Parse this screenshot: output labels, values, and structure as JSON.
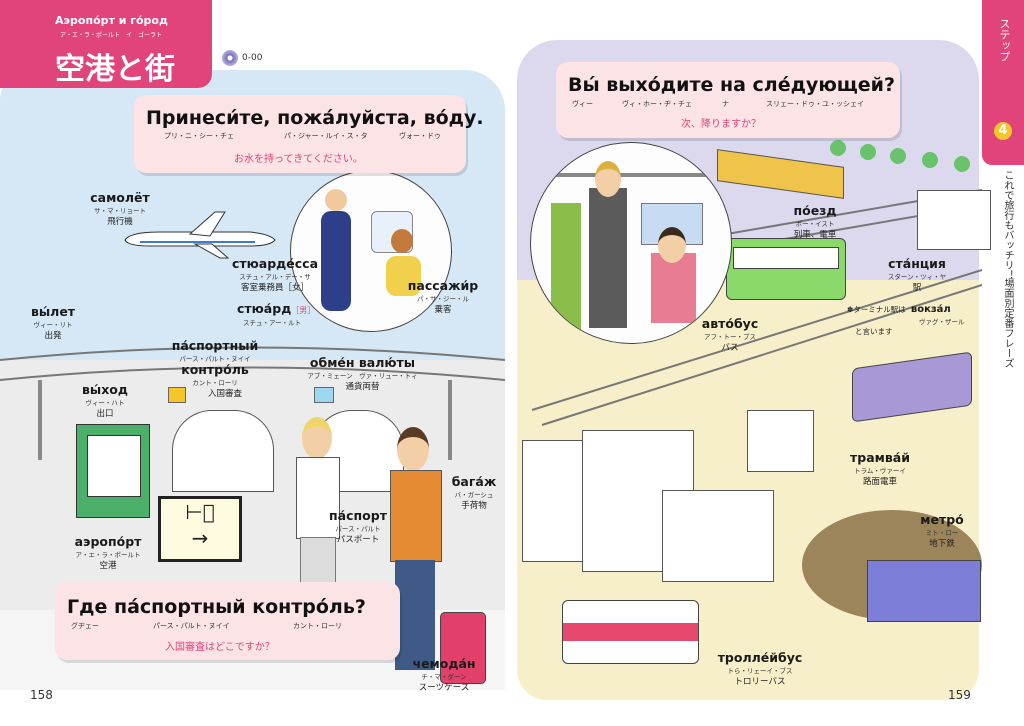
{
  "left_page": {
    "section_title_ru": "Аэропо́рт и го́род",
    "section_title_kana": "ア・エ・ラ・ポールト　イ　ゴーラト",
    "section_title_ja": "空港と街",
    "audio_track": "0-00",
    "page_number": "158",
    "bubble_top": {
      "ru": "Принеси́те, пожа́луйста, во́ду.",
      "kana": [
        "プリ・ニ・シー・チェ",
        "パ・ジャー・ルイ・ス・タ",
        "ヴォー・ドゥ"
      ],
      "ja": "お水を持ってきてください。"
    },
    "bubble_bottom": {
      "ru": "Где па́спортный контро́ль?",
      "kana": [
        "グヂェー",
        "パース・パルト・ヌイイ",
        "カント・ローリ"
      ],
      "ja": "入国審査はどこですか？"
    },
    "labels": [
      {
        "ru": "самолёт",
        "kana": "サ・マ・リョート",
        "ja": "飛行機"
      },
      {
        "ru": "стюарде́сса",
        "kana": "スチュ・アル・デー・サ",
        "ja": "客室乗務員［女］"
      },
      {
        "ru": "стюа́рд",
        "tag": "［男］",
        "kana": "スチュ・アー・ルト"
      },
      {
        "ru": "пассажи́р",
        "kana": "パ・サ・ジー・ル",
        "ja": "乗客"
      },
      {
        "ru": "вы́лет",
        "kana": "ヴィー・リト",
        "ja": "出発"
      },
      {
        "ru": "па́спортный",
        "kana": "パース・パルト・ヌイイ"
      },
      {
        "ru": "контро́ль",
        "kana": "カント・ローリ",
        "ja": "入国審査"
      },
      {
        "ru": "обме́н валю́ты",
        "kana": "アブ・ミェーン　ヴァ・リュー・トィ",
        "ja": "通貨両替"
      },
      {
        "ru": "вы́ход",
        "kana": "ヴィー・ハト",
        "ja": "出口"
      },
      {
        "ru": "бага́ж",
        "kana": "バ・ガーシュ",
        "ja": "手荷物"
      },
      {
        "ru": "па́спорт",
        "kana": "パース・パルト",
        "ja": "パスポート"
      },
      {
        "ru": "аэропо́рт",
        "kana": "ア・エ・ラ・ポールト",
        "ja": "空港"
      },
      {
        "ru": "чемода́н",
        "kana": "チ・マ・ダーン",
        "ja": "スーツケース"
      }
    ]
  },
  "right_page": {
    "step_label": "ステップ",
    "step_number": "4",
    "side_slogan": "これで旅行もバッチリ！",
    "side_subtitle": "場面別定番フレーズ",
    "page_number": "159",
    "bubble_top": {
      "ru": "Вы́ выхо́дите на сле́дующей?",
      "kana": [
        "ヴィー",
        "ヴィ・ホー・ヂ・チェ",
        "ナ",
        "スリェー・ドゥ・ユ・ッシェイ"
      ],
      "ja": "次、降りますか？"
    },
    "labels": [
      {
        "ru": "по́езд",
        "kana": "ポー・イスト",
        "ja": "列車、電車"
      },
      {
        "ru": "ста́нция",
        "kana": "スターン・ツィ・ヤ",
        "ja": "駅"
      },
      {
        "ru": "авто́бус",
        "kana": "アフ・トー・ブス",
        "ja": "バス"
      },
      {
        "ru": "трамва́й",
        "kana": "トラム・ヴァーイ",
        "ja": "路面電車"
      },
      {
        "ru": "метро́",
        "kana": "ミト・ロー",
        "ja": "地下鉄"
      },
      {
        "ru": "тролле́йбус",
        "kana": "トら・リェーイ・ブス",
        "ja": "トロリーバス"
      }
    ],
    "note_before": "✽ターミナル駅は",
    "note_ru": "вокза́л",
    "note_kana": "ヴァグ・ザール",
    "note_after": "と言います"
  },
  "colors": {
    "accent_pink": "#e0447b",
    "bubble_pink": "#fbe3e6",
    "sky_blue": "#d6e8f5",
    "lavender": "#dcd9ef",
    "sand": "#f7efc9"
  }
}
